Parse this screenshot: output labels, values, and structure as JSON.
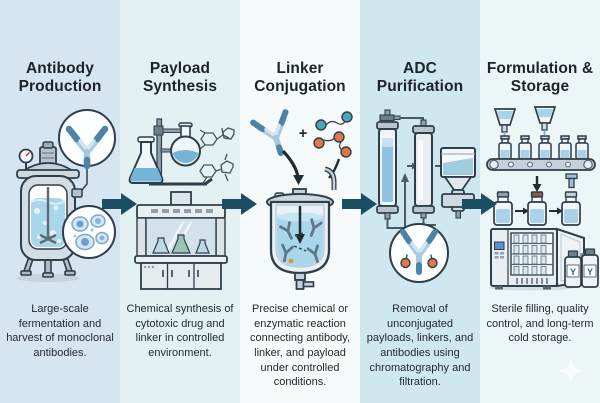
{
  "diagram": {
    "type": "process-flow",
    "subject": "ADC manufacturing pipeline",
    "stages": [
      {
        "title": "Antibody Production",
        "description": "Large-scale fermentation and harvest of monoclonal antibodies.",
        "illustration": "bioreactor-with-antibody-and-cell-callouts"
      },
      {
        "title": "Payload Synthesis",
        "description": "Chemical synthesis of cytotoxic drug and linker in controlled environment.",
        "illustration": "lab-stand-flasks-chemical-structures-fume-hood"
      },
      {
        "title": "Linker Conjugation",
        "description": "Precise chemical or enzymatic reaction connecting antibody, linker, and payload under controlled conditions.",
        "plus_sign": "+",
        "illustration": "antibody-plus-payload-into-reaction-vessel"
      },
      {
        "title": "ADC Purification",
        "description": "Removal of unconjugated payloads, linkers, and antibodies using chromatography and filtration.",
        "illustration": "chromatography-columns-and-filtration"
      },
      {
        "title": "Formulation & Storage",
        "description": "Sterile filling, quality control, and long-term cold storage.",
        "vial_label": "Y",
        "illustration": "filling-line-vials-cold-storage-fridge"
      }
    ],
    "colors": {
      "arrow": "#1b4d63",
      "column_backgrounds": [
        "#d6e5f2",
        "#e4f1f2",
        "#f7fafb",
        "#cfe7ee",
        "#edf6f7"
      ],
      "antibody_blue": "#4c84a8",
      "payload_orange": "#e0784a",
      "linker_teal": "#4fa3bd",
      "liquid_blue": "#a9d3e8",
      "outline": "#2f3e4a",
      "title_text": "#1d2329",
      "body_text": "#24292e"
    }
  }
}
